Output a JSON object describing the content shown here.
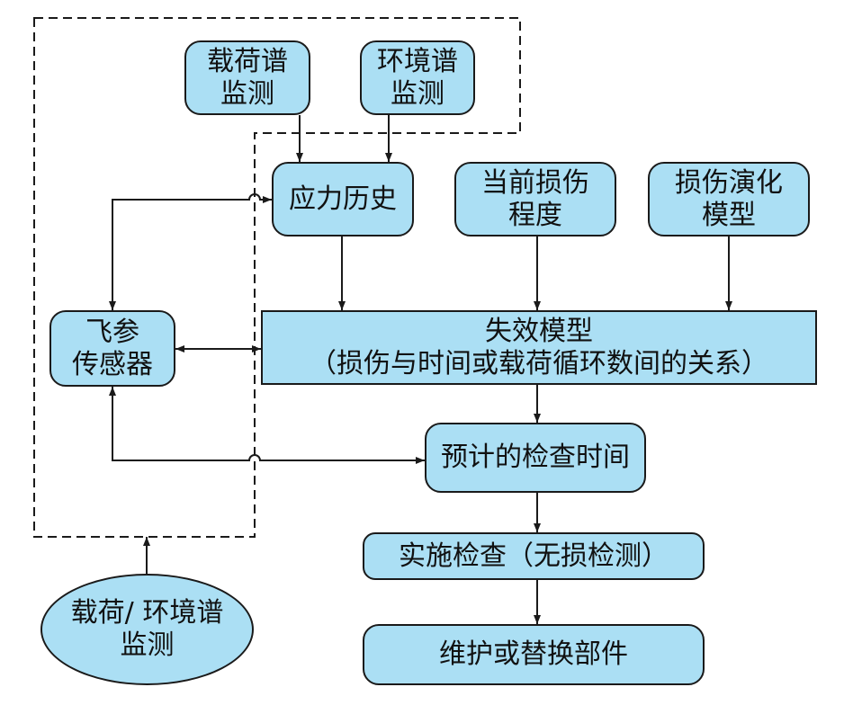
{
  "nodes": {
    "load_spectrum": {
      "lines": [
        "载荷谱",
        "监测"
      ]
    },
    "env_spectrum": {
      "lines": [
        "环境谱",
        "监测"
      ]
    },
    "stress_history": {
      "lines": [
        "应力历史"
      ]
    },
    "current_damage": {
      "lines": [
        "当前损伤",
        "程度"
      ]
    },
    "damage_evolution": {
      "lines": [
        "损伤演化",
        "模型"
      ]
    },
    "flight_sensor": {
      "lines": [
        "飞参",
        "传感器"
      ]
    },
    "failure_model": {
      "lines": [
        "失效模型",
        "（损伤与时间或载荷循环数间的关系）"
      ]
    },
    "inspection_time": {
      "lines": [
        "预计的检查时间"
      ]
    },
    "inspection": {
      "lines": [
        "实施检查（无损检测）"
      ]
    },
    "maintenance": {
      "lines": [
        "维护或替换部件"
      ]
    },
    "load_env_monitor": {
      "lines": [
        "载荷/ 环境谱",
        "监测"
      ]
    }
  },
  "colors": {
    "fill": "#abdff4",
    "stroke": "#1a1a1a"
  }
}
